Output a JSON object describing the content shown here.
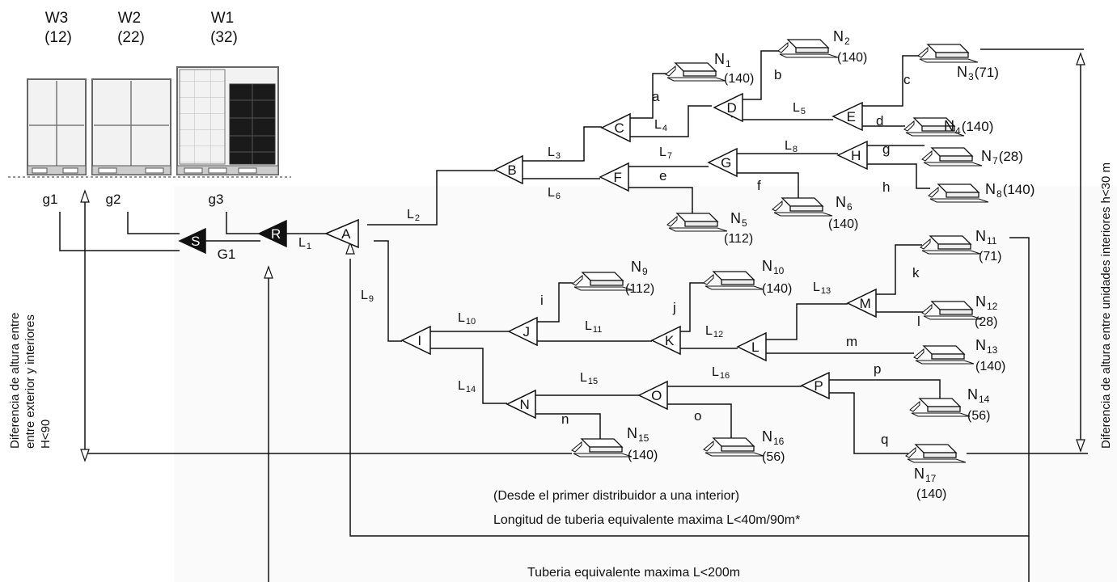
{
  "outdoor_units": [
    {
      "name": "W3",
      "capacity": "(12)"
    },
    {
      "name": "W2",
      "capacity": "(22)"
    },
    {
      "name": "W1",
      "capacity": "(32)"
    }
  ],
  "outdoor_branches": [
    "g1",
    "g2",
    "g3"
  ],
  "header_pipe": "G1",
  "distributors": [
    "S",
    "R",
    "A",
    "B",
    "C",
    "D",
    "E",
    "F",
    "G",
    "H",
    "I",
    "J",
    "K",
    "L",
    "M",
    "N",
    "O",
    "P"
  ],
  "main_pipes": [
    "L",
    "1",
    "2",
    "3",
    "4",
    "5",
    "6",
    "7",
    "8",
    "9",
    "10",
    "11",
    "12",
    "13",
    "14",
    "15",
    "16"
  ],
  "branch_pipes": [
    "a",
    "b",
    "c",
    "d",
    "e",
    "f",
    "g",
    "h",
    "i",
    "j",
    "k",
    "l",
    "m",
    "n",
    "o",
    "p",
    "q"
  ],
  "indoor_units": [
    {
      "name": "N",
      "index": "1",
      "capacity": "(140)"
    },
    {
      "name": "N",
      "index": "2",
      "capacity": "(140)"
    },
    {
      "name": "N",
      "index": "3",
      "capacity": "(71)"
    },
    {
      "name": "N",
      "index": "4",
      "capacity": "(140)"
    },
    {
      "name": "N",
      "index": "5",
      "capacity": "(112)"
    },
    {
      "name": "N",
      "index": "6",
      "capacity": "(140)"
    },
    {
      "name": "N",
      "index": "7",
      "capacity": "(28)"
    },
    {
      "name": "N",
      "index": "8",
      "capacity": "(140)"
    },
    {
      "name": "N",
      "index": "9",
      "capacity": "(112)"
    },
    {
      "name": "N",
      "index": "10",
      "capacity": "(140)"
    },
    {
      "name": "N",
      "index": "11",
      "capacity": "(71)"
    },
    {
      "name": "N",
      "index": "12",
      "capacity": "(28)"
    },
    {
      "name": "N",
      "index": "13",
      "capacity": "(140)"
    },
    {
      "name": "N",
      "index": "14",
      "capacity": "(56)"
    },
    {
      "name": "N",
      "index": "15",
      "capacity": "(140)"
    },
    {
      "name": "N",
      "index": "16",
      "capacity": "(56)"
    },
    {
      "name": "N",
      "index": "17",
      "capacity": "(140)"
    }
  ],
  "annotations": {
    "height_outdoor_indoor": [
      "Diferencia de altura entre",
      "entre exterior y interiores",
      "H<90"
    ],
    "height_indoor": "Diferencia de altura entre unidades interiores h<30 m",
    "first_distributor_note": "(Desde el primer distribuidor a una interior)",
    "max_length_first": "Longitud de tuberia equivalente maxima L<40m/90m*",
    "max_length_total": "Tuberia equivalente maxima L<200m"
  }
}
